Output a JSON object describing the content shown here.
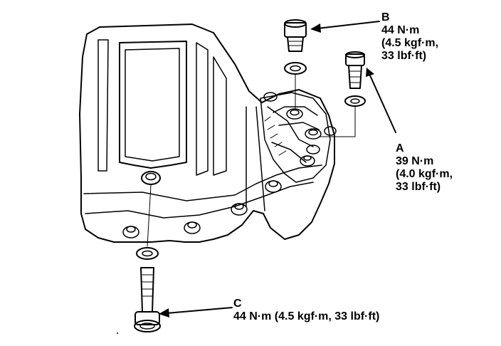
{
  "callouts": {
    "a": {
      "letter": "A",
      "torque": "39 N·m",
      "kgf": "(4.0 kgf·m,",
      "lbf": "33 lbf·ft)"
    },
    "b": {
      "letter": "B",
      "torque": "44 N·m",
      "kgf": "(4.5 kgf·m,",
      "lbf": "33 lbf·ft)"
    },
    "c": {
      "letter": "C",
      "torque_line": "44 N·m (4.5 kgf·m, 33 lbf·ft)"
    }
  },
  "colors": {
    "ink": "#000000",
    "paper": "#ffffff"
  }
}
